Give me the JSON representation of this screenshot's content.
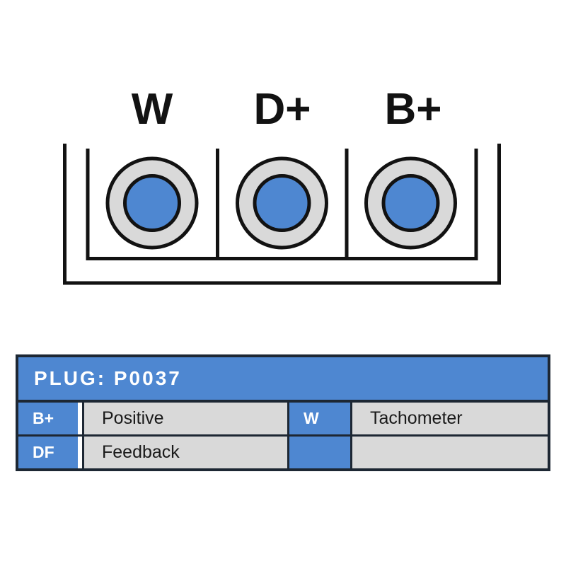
{
  "diagram": {
    "terminal_labels": [
      "W",
      "D+",
      "B+"
    ],
    "terminal_names": [
      "terminal-w",
      "terminal-dplus",
      "terminal-bplus"
    ]
  },
  "table": {
    "title": "PLUG: P0037",
    "rows": [
      {
        "pin": "B+",
        "desc": "Positive"
      },
      {
        "pin": "W",
        "desc": "Tachometer"
      },
      {
        "pin": "DF",
        "desc": "Feedback"
      },
      {
        "pin": "",
        "desc": ""
      }
    ]
  },
  "colors": {
    "accent_blue": "#4e87d1",
    "ring_gray": "#d9d9d9",
    "border_dark": "#1d2733",
    "line_black": "#121212"
  }
}
